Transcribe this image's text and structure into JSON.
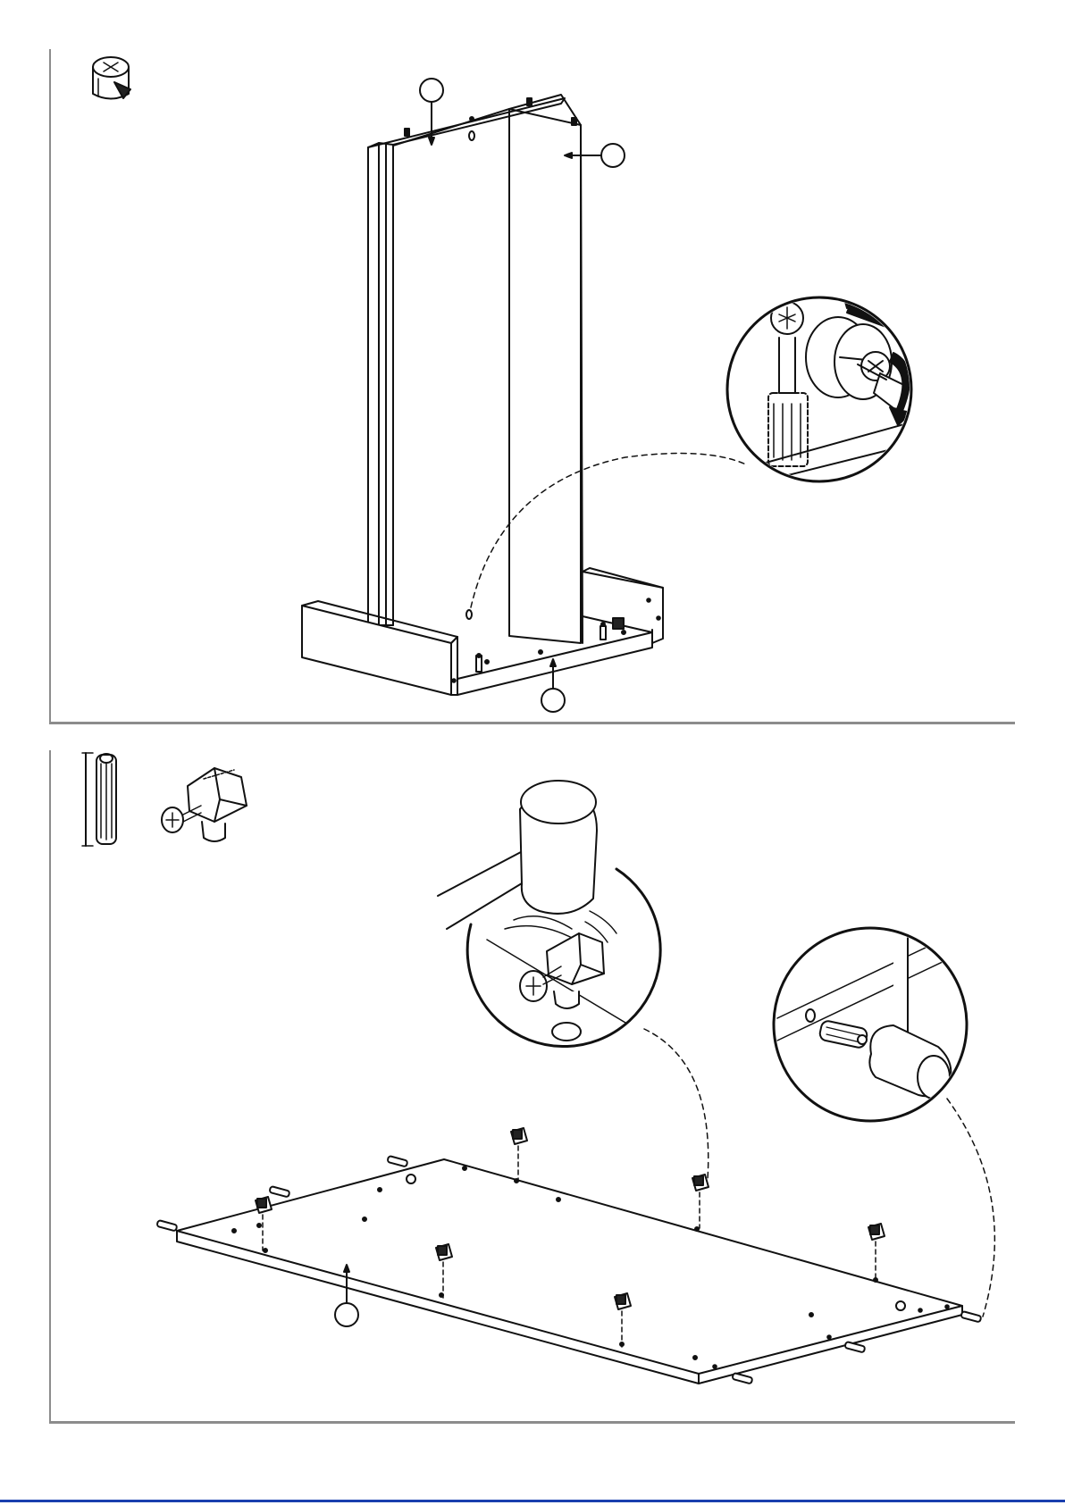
{
  "page": {
    "type": "assembly-instructions",
    "steps": [
      {
        "id": "step-1",
        "hardware": [
          "cam-lock-icon"
        ],
        "detail": "cam-lock-tighten-detail"
      },
      {
        "id": "step-2",
        "hardware": [
          "wooden-dowel-icon",
          "cam-bolt-icon"
        ],
        "details": [
          "hammer-cam-bolt-detail",
          "hammer-dowel-detail"
        ]
      }
    ],
    "colors": {
      "frame": "#8c8c8c",
      "line": "#111111",
      "accent": "#1a3fae"
    }
  }
}
